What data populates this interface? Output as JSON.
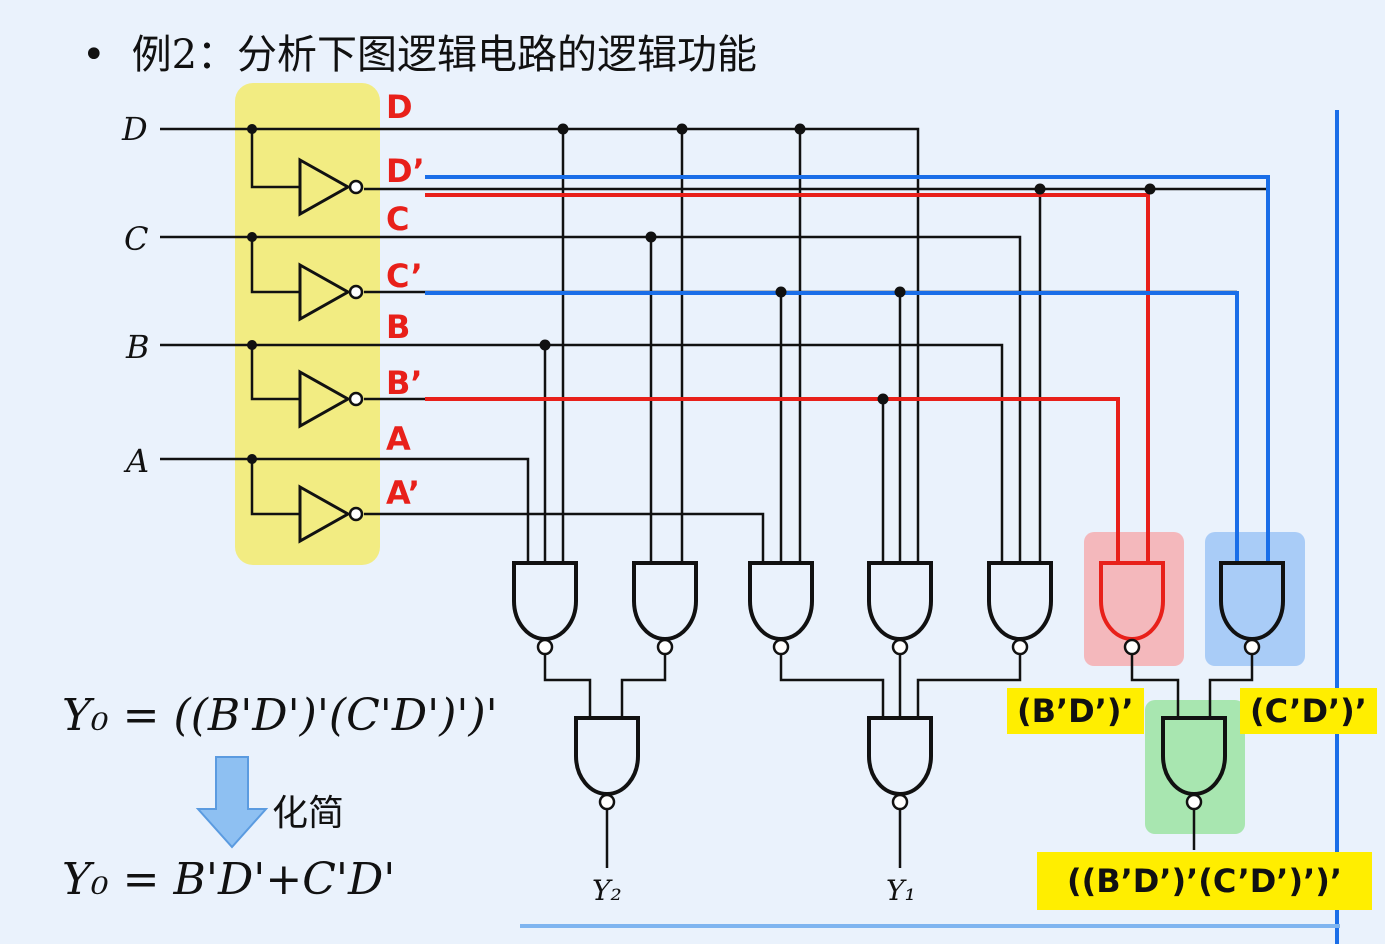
{
  "title": {
    "bullet": "•",
    "text": "例2：分析下图逻辑电路的逻辑功能"
  },
  "inputs": [
    "D",
    "C",
    "B",
    "A"
  ],
  "signals": [
    "D",
    "D’",
    "C",
    "C’",
    "B",
    "B’",
    "A",
    "A’"
  ],
  "outputs": {
    "y2": "Y₂",
    "y1": "Y₁"
  },
  "annotations": {
    "bd": "(B’D’)’",
    "cd": "(C’D’)’",
    "final": "((B’D’)’(C’D’)’)’"
  },
  "formulas": {
    "f1": "Y₀ = ((B'D')'(C'D')')'",
    "simplify": "化简",
    "f2": "Y₀ = B'D'+C'D'"
  },
  "colors": {
    "red": "#e8201a",
    "blue": "#1a6ee8",
    "yellow": "#ffee00"
  }
}
